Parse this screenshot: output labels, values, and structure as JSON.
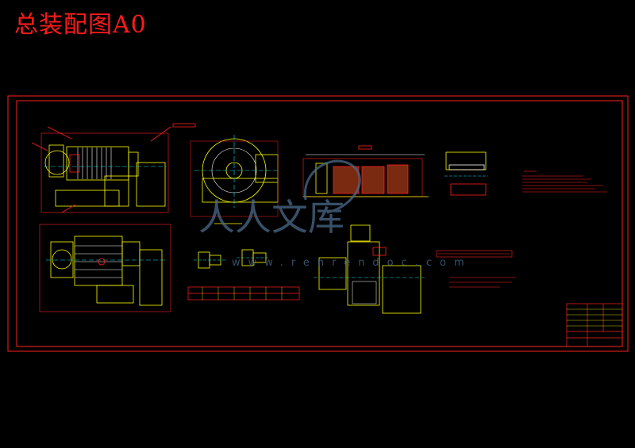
{
  "header": {
    "title": "总装配图A0"
  },
  "watermark": {
    "brand": "人人文库",
    "url": "www.renrendoc.com"
  },
  "colors": {
    "border": "#ff2020",
    "geometry": "#ffff00",
    "detail": "#ffffff",
    "accent": "#ff2020",
    "cyan": "#00e5ff",
    "watermark": "#4a6b8a",
    "background": "#000000"
  }
}
